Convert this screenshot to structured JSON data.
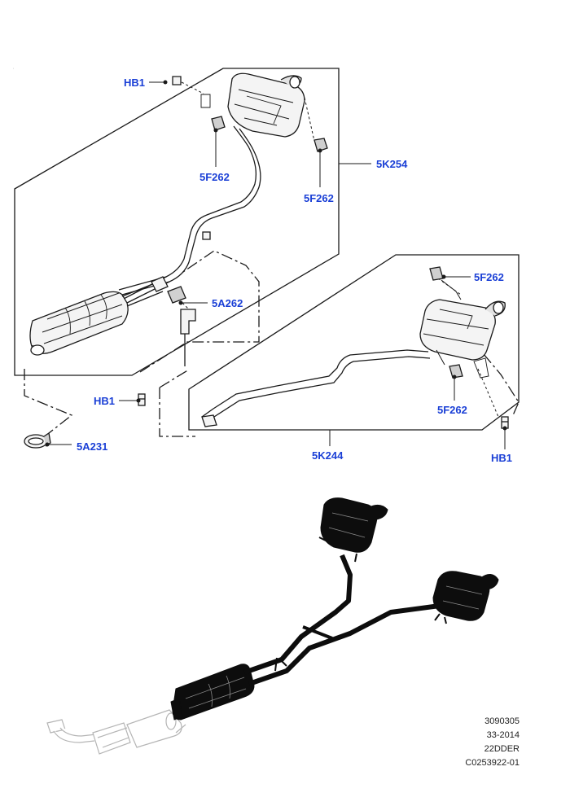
{
  "colors": {
    "callout": "#1a3fd6",
    "line": "#1a1a1a",
    "part_fill": "#f4f4f4",
    "part_shade": "#d0d0d0",
    "silhouette": "#0d0d0d",
    "ghost": "#b5b5b5"
  },
  "callouts": {
    "hb1_top": "HB1",
    "f262_a": "5F262",
    "f262_b": "5F262",
    "k254": "5K254",
    "a262": "5A262",
    "hb1_left": "HB1",
    "a231": "5A231",
    "f262_c": "5F262",
    "f262_d": "5F262",
    "k244": "5K244",
    "hb1_right": "HB1"
  },
  "footer": {
    "line1": "3090305",
    "line2": "33-2014",
    "line3": "22DDER",
    "line4": "C0253922-01"
  }
}
